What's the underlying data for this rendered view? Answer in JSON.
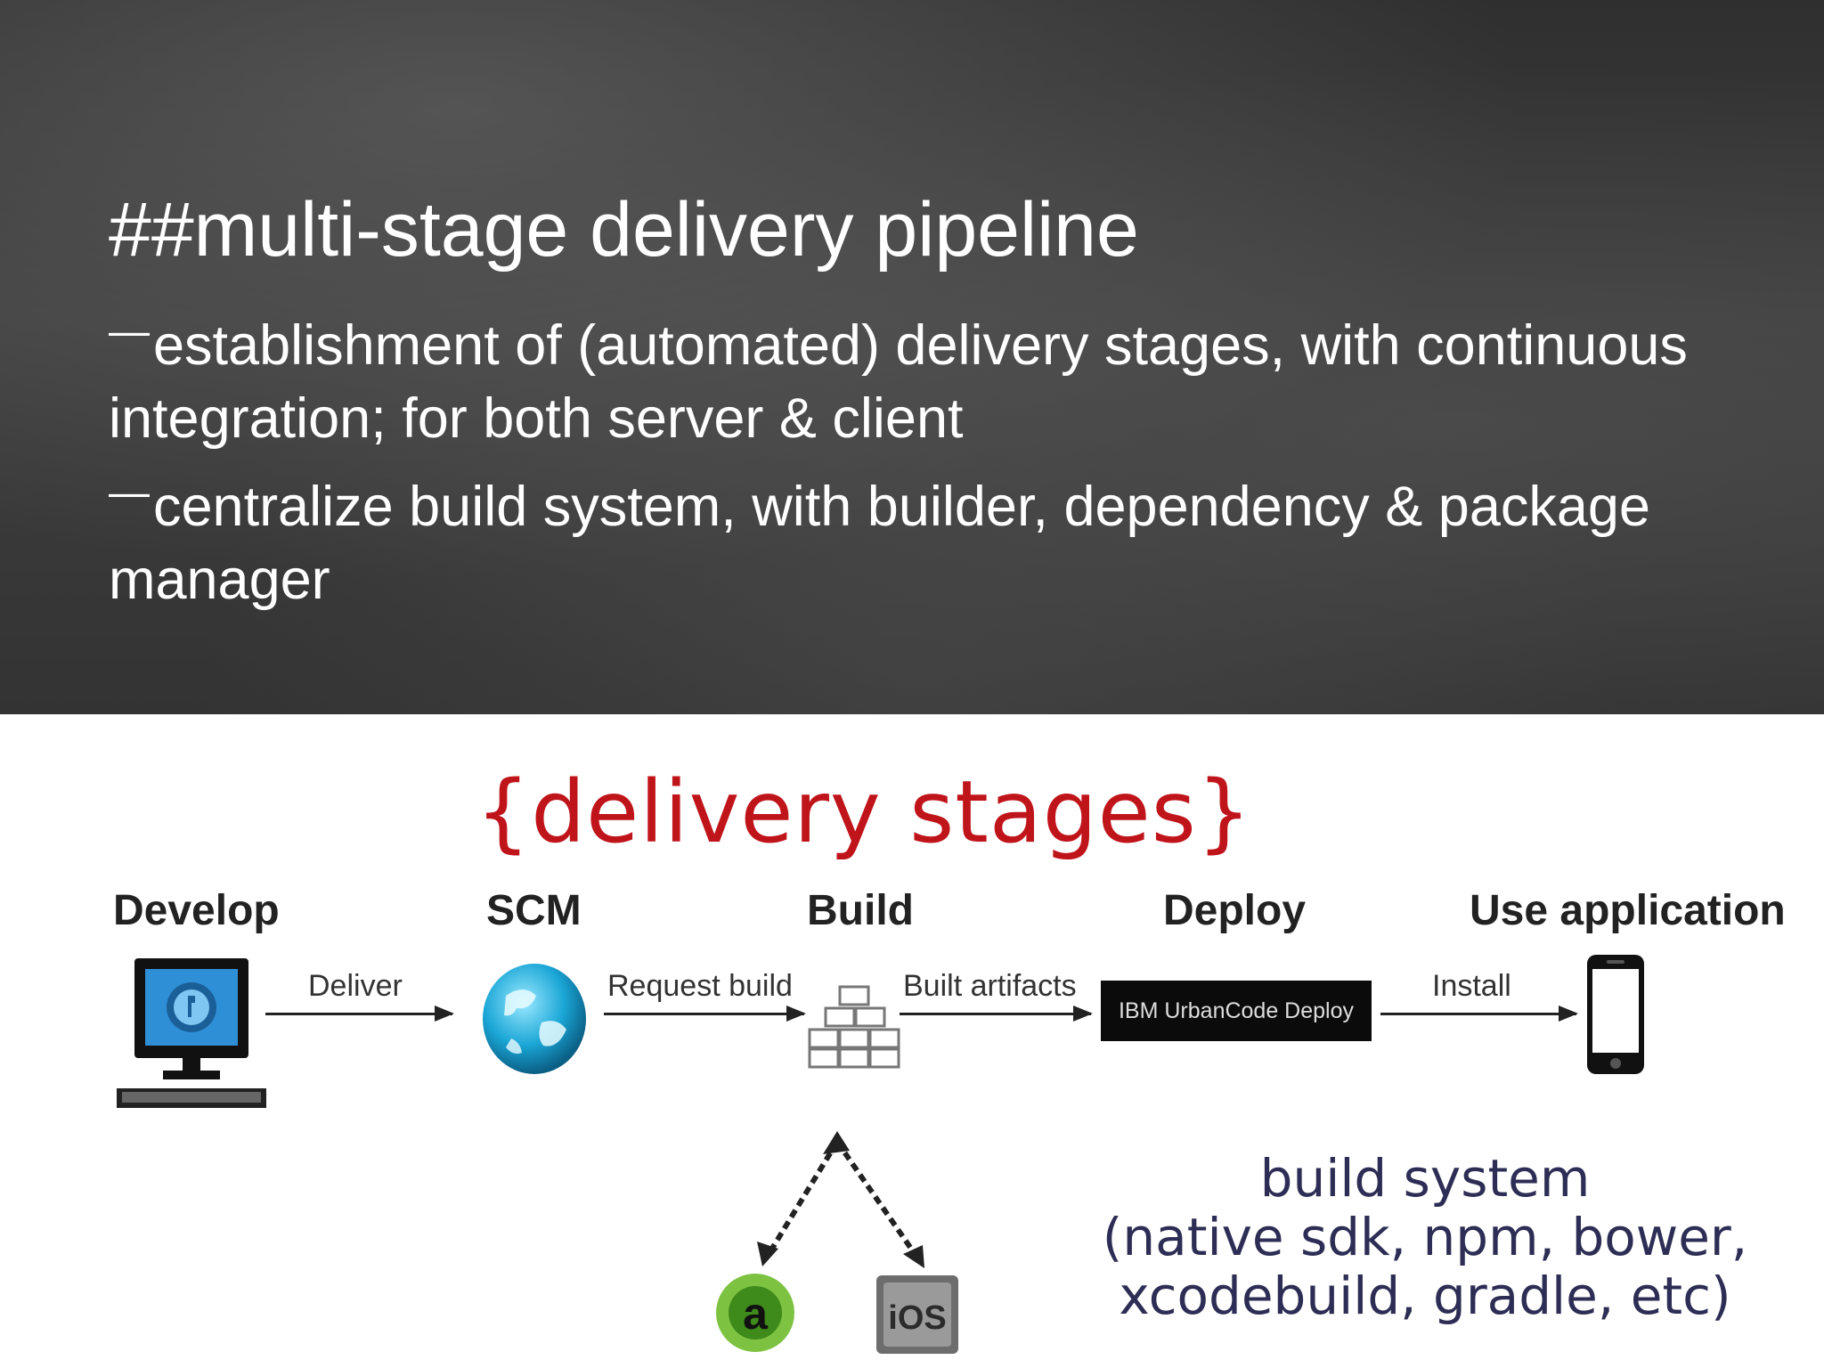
{
  "slide": {
    "heading": "##multi-stage delivery pipeline",
    "bullets": [
      {
        "marker": "—",
        "text": "establishment of (automated) delivery stages, with continuous integration; for both server & client"
      },
      {
        "marker": "—",
        "text": "centralize build system, with builder, dependency & package manager"
      }
    ]
  },
  "diagram": {
    "title": "{delivery stages}",
    "title_color": "#c0141b",
    "stages": [
      {
        "label": "Develop",
        "icon": "computer-monitor-icon"
      },
      {
        "label": "SCM",
        "icon": "globe-icon"
      },
      {
        "label": "Build",
        "icon": "stacked-blocks-icon"
      },
      {
        "label": "Deploy",
        "icon": "deploy-box",
        "box_text": "IBM UrbanCode Deploy"
      },
      {
        "label": "Use application",
        "icon": "smartphone-icon"
      }
    ],
    "edges": [
      {
        "label": "Deliver"
      },
      {
        "label": "Request build"
      },
      {
        "label": "Built artifacts"
      },
      {
        "label": "Install"
      }
    ],
    "platforms": [
      {
        "icon": "android-icon",
        "text": "a"
      },
      {
        "icon": "ios-icon",
        "text": "iOS"
      }
    ],
    "build_system_note": [
      "build system",
      "(native sdk, npm, bower,",
      "xcodebuild, gradle, etc)"
    ],
    "note_color": "#2d2d55"
  }
}
